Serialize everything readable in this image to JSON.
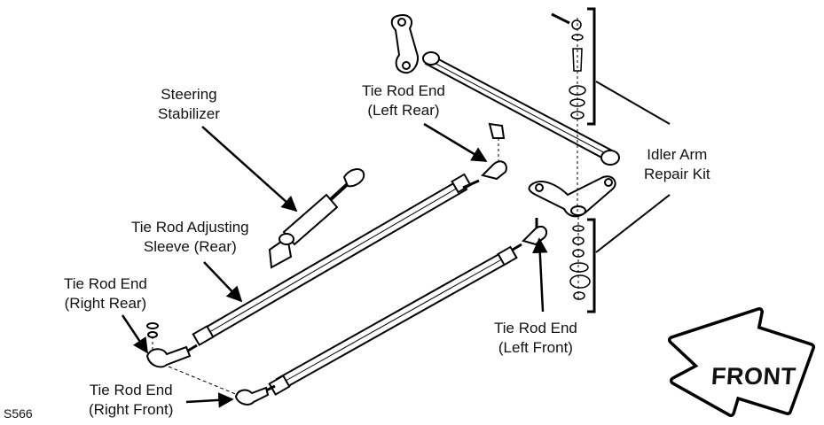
{
  "labels": {
    "steering_stabilizer": [
      "Steering",
      "Stabilizer"
    ],
    "tie_rod_end_left_rear": [
      "Tie Rod End",
      "(Left Rear)"
    ],
    "idler_arm_repair_kit": [
      "Idler Arm",
      "Repair Kit"
    ],
    "tie_rod_adjusting_sleeve_rear": [
      "Tie Rod Adjusting",
      "Sleeve (Rear)"
    ],
    "tie_rod_end_right_rear": [
      "Tie Rod End",
      "(Right Rear)"
    ],
    "tie_rod_end_left_front": [
      "Tie Rod End",
      "(Left Front)"
    ],
    "tie_rod_end_right_front": [
      "Tie Rod End",
      "(Right Front)"
    ]
  },
  "front_arrow": "FRONT",
  "figure_code": "S566"
}
